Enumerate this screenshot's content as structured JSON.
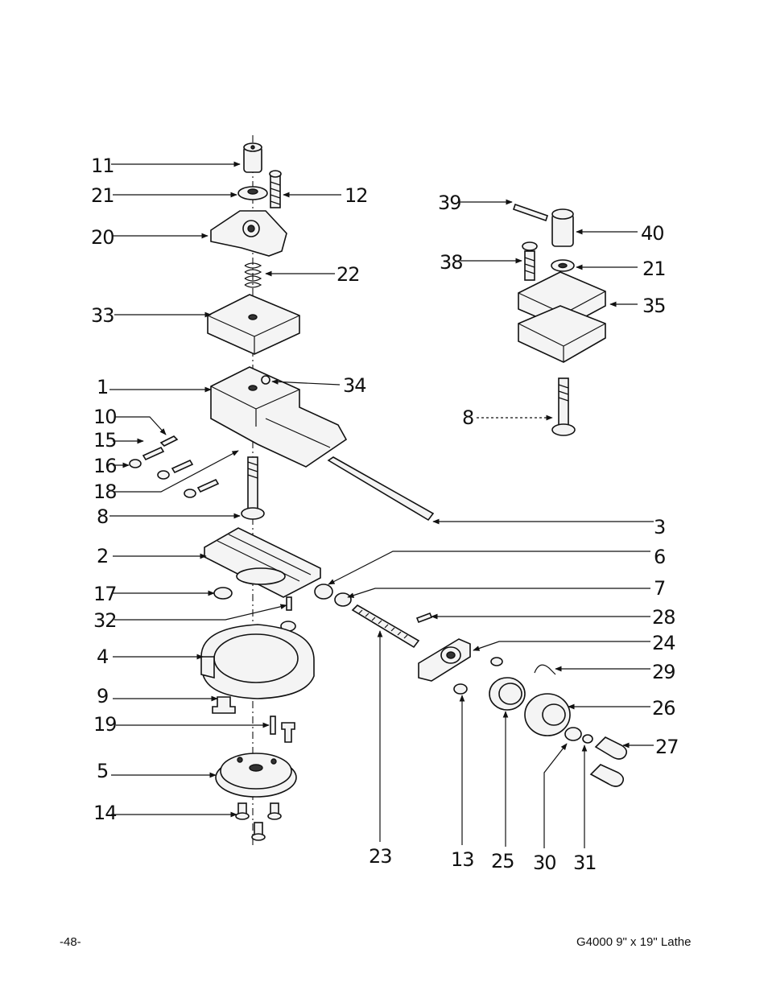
{
  "document": {
    "footer_left": "-48-",
    "footer_right": "G4000 9\" x 19\" Lathe"
  },
  "diagram": {
    "labels": {
      "l11": "11",
      "l21a": "21",
      "l12": "12",
      "l20": "20",
      "l22": "22",
      "l33": "33",
      "l1": "1",
      "l34": "34",
      "l10": "10",
      "l15": "15",
      "l16": "16",
      "l18": "18",
      "l8a": "8",
      "l3": "3",
      "l2": "2",
      "l6": "6",
      "l17": "17",
      "l7": "7",
      "l32": "32",
      "l28": "28",
      "l4": "4",
      "l24": "24",
      "l29": "29",
      "l9": "9",
      "l26": "26",
      "l19": "19",
      "l27": "27",
      "l5": "5",
      "l14": "14",
      "l23": "23",
      "l13": "13",
      "l25": "25",
      "l30": "30",
      "l31": "31",
      "l39": "39",
      "l40": "40",
      "l38": "38",
      "l21b": "21",
      "l35": "35",
      "l8b": "8"
    }
  }
}
